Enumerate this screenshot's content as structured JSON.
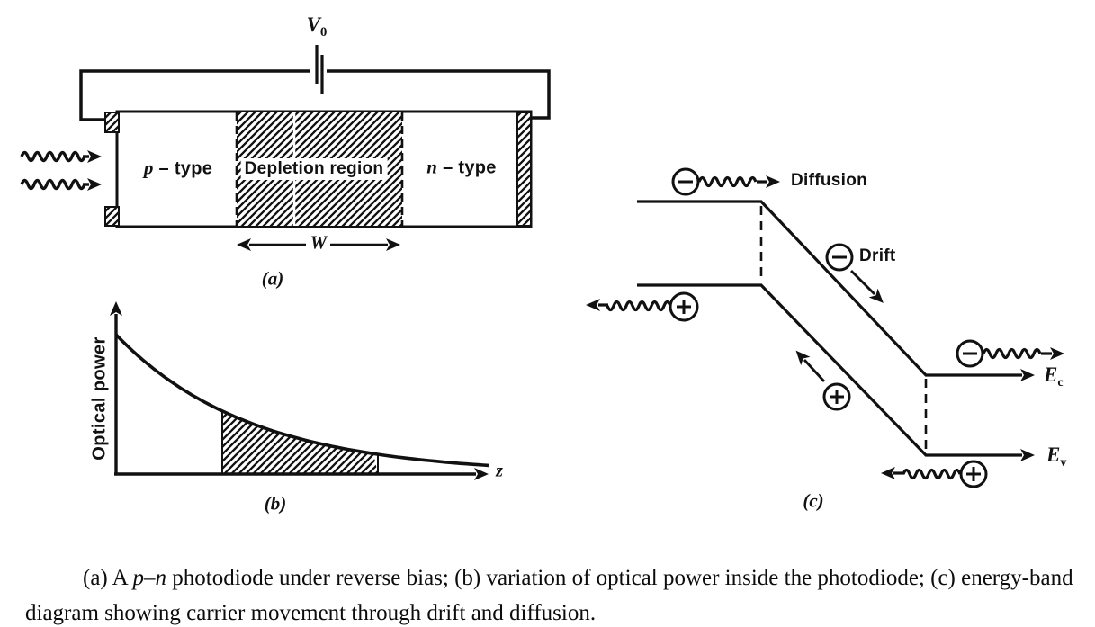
{
  "figure": {
    "panels": {
      "a": {
        "tag": "(a)",
        "supply_voltage": {
          "symbol": "V",
          "subscript": "0"
        },
        "p_region": {
          "symbol": "p",
          "separator": " – ",
          "name": "type"
        },
        "depletion_region": "Depletion region",
        "n_region": {
          "symbol": "n",
          "separator": " – ",
          "name": "type"
        },
        "depletion_width": "W"
      },
      "b": {
        "tag": "(b)",
        "y_axis_label": "Optical power",
        "x_axis_label": "z"
      },
      "c": {
        "tag": "(c)",
        "diffusion_label": "Diffusion",
        "drift_label": "Drift",
        "conduction_band": {
          "symbol": "E",
          "subscript": "c"
        },
        "valence_band": {
          "symbol": "E",
          "subscript": "v"
        },
        "electron_sign": "−",
        "hole_sign": "+"
      }
    },
    "caption": {
      "part1": "(a) A ",
      "italic1": "p",
      "dash": "–",
      "italic2": "n",
      "part2": " photodiode under reverse bias; (b) variation of optical power inside the photodiode; (c) energy-band diagram showing carrier movement through drift and diffusion."
    },
    "icons": {
      "electron": "circle-minus-icon",
      "hole": "circle-plus-icon",
      "photon": "wavy-arrow-icon",
      "battery": "battery-cell-icon"
    },
    "colors": {
      "ink": "#111111",
      "paper": "#ffffff"
    }
  },
  "chart_data": {
    "type": "line",
    "title": "",
    "xlabel": "z",
    "ylabel": "Optical power",
    "curve": "exponential decay",
    "x_range_norm": [
      0,
      1
    ],
    "y_range_norm": [
      0,
      1
    ],
    "shaded_x_range_norm": [
      0.285,
      0.703
    ],
    "shaded_region_meaning": "power absorbed within depletion region",
    "legend": false,
    "grid": false
  }
}
